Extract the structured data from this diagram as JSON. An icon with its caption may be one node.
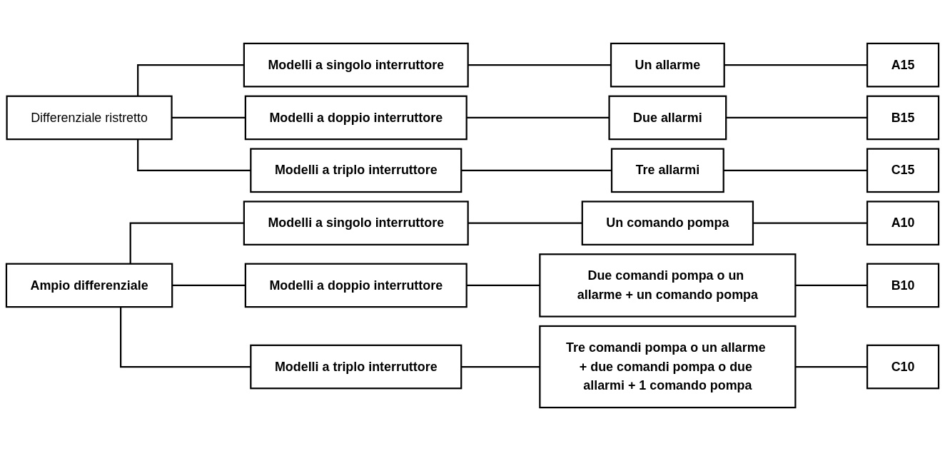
{
  "diagram": {
    "nodes": [
      {
        "text": [
          "Differenziale ristretto"
        ]
      },
      {
        "text": [
          "Modelli a singolo interruttore"
        ]
      },
      {
        "text": [
          "Modelli a doppio interruttore"
        ]
      },
      {
        "text": [
          "Modelli a triplo interruttore"
        ]
      },
      {
        "text": [
          "Un allarme"
        ]
      },
      {
        "text": [
          "Due allarmi"
        ]
      },
      {
        "text": [
          "Tre allarmi"
        ]
      },
      {
        "text": [
          "A15"
        ]
      },
      {
        "text": [
          "B15"
        ]
      },
      {
        "text": [
          "C15"
        ]
      },
      {
        "text": [
          "Ampio differenziale"
        ]
      },
      {
        "text": [
          "Modelli a singolo interruttore"
        ]
      },
      {
        "text": [
          "Modelli a doppio interruttore"
        ]
      },
      {
        "text": [
          "Modelli a triplo interruttore"
        ]
      },
      {
        "text": [
          "Un comando pompa"
        ]
      },
      {
        "text": [
          "Due comandi pompa o un allarme + un comando pompa"
        ]
      },
      {
        "text": [
          "Tre comandi pompa o un allarme + due comandi pompa o due allarmi + 1 comando pompa"
        ]
      },
      {
        "text": [
          "A10"
        ]
      },
      {
        "text": [
          "B10"
        ]
      },
      {
        "text": [
          "C10"
        ]
      }
    ],
    "edges": [
      {
        "from": 0,
        "to": 1,
        "arrow": "none"
      },
      {
        "from": 0,
        "to": 2,
        "arrow": "none"
      },
      {
        "from": 0,
        "to": 3,
        "arrow": "none"
      },
      {
        "from": 1,
        "to": 4,
        "arrow": "none"
      },
      {
        "from": 2,
        "to": 5,
        "arrow": "none"
      },
      {
        "from": 3,
        "to": 6,
        "arrow": "none"
      },
      {
        "from": 4,
        "to": 7,
        "arrow": "none"
      },
      {
        "from": 5,
        "to": 8,
        "arrow": "none"
      },
      {
        "from": 6,
        "to": 9,
        "arrow": "none"
      },
      {
        "from": 10,
        "to": 11,
        "arrow": "none"
      },
      {
        "from": 10,
        "to": 12,
        "arrow": "none"
      },
      {
        "from": 10,
        "to": 13,
        "arrow": "none"
      },
      {
        "from": 11,
        "to": 14,
        "arrow": "none"
      },
      {
        "from": 12,
        "to": 15,
        "arrow": "none"
      },
      {
        "from": 13,
        "to": 16,
        "arrow": "none"
      },
      {
        "from": 14,
        "to": 17,
        "arrow": "none"
      },
      {
        "from": 15,
        "to": 18,
        "arrow": "none"
      },
      {
        "from": 16,
        "to": 19,
        "arrow": "none"
      }
    ]
  }
}
